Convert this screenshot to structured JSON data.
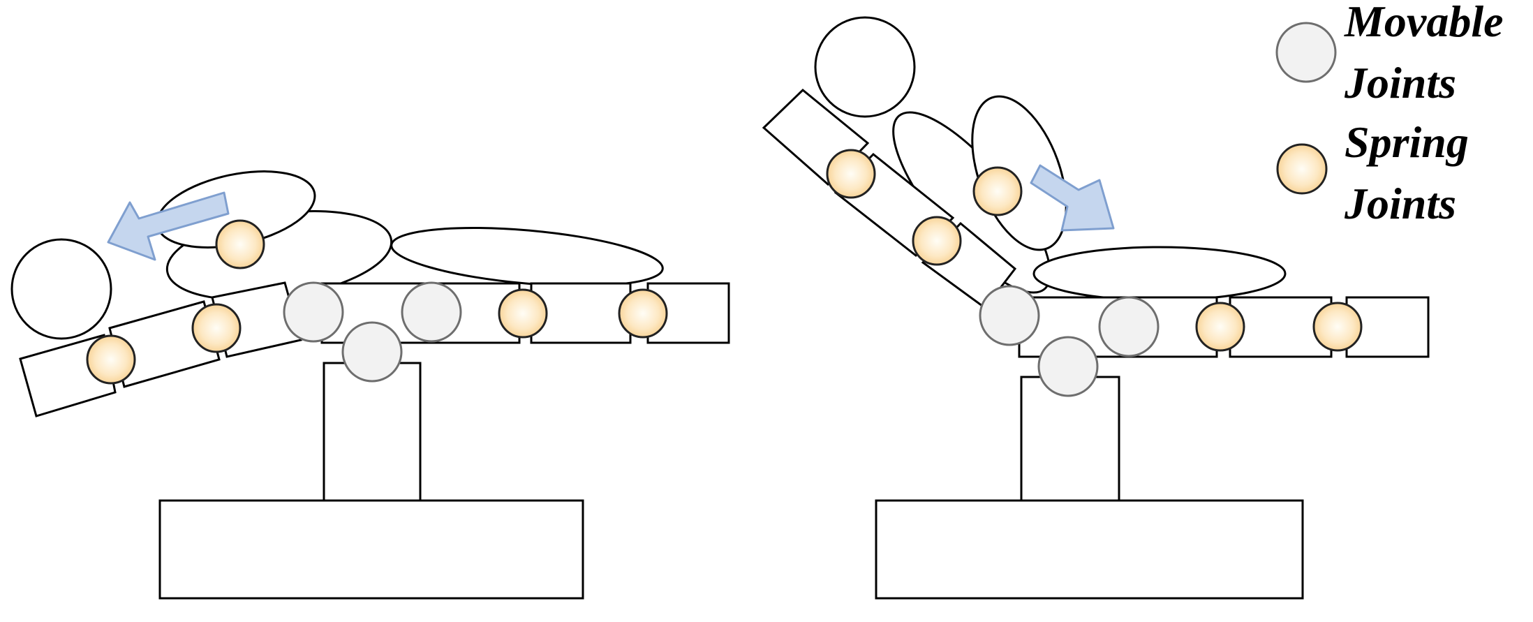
{
  "legend": {
    "movable": {
      "line1": "Movable",
      "line2": "Joints"
    },
    "spring": {
      "line1": "Spring",
      "line2": "Joints"
    }
  },
  "colors": {
    "outline": "#000000",
    "movable_fill": "#f2f2f2",
    "movable_stroke": "#6e6e6e",
    "spring_fill_center": "#fffdf6",
    "spring_fill_edge": "#f9d69a",
    "spring_stroke": "#222222",
    "arrow_fill": "#c5d6ee",
    "arrow_stroke": "#7f9fcf"
  },
  "diagram": {
    "panels": [
      {
        "pose": "lying flat",
        "arrow": "arrow pointing up-left toward head"
      },
      {
        "pose": "back raised",
        "arrow": "arrow pointing down-right toward seat"
      }
    ]
  }
}
